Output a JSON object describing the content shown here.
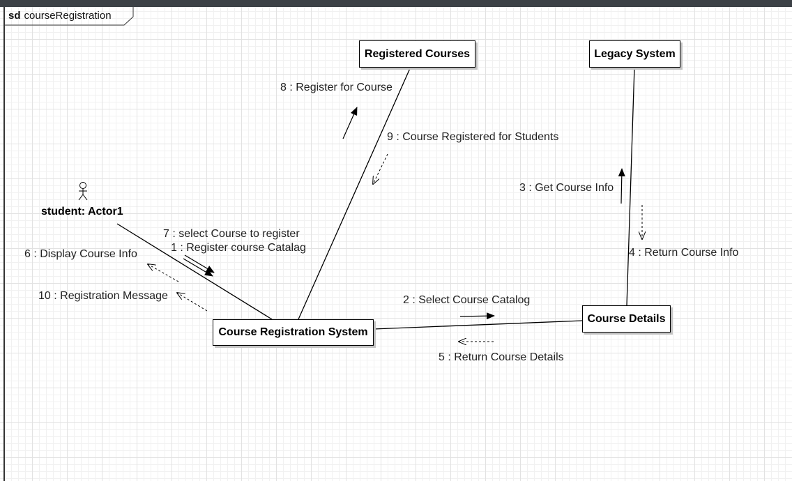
{
  "frame": {
    "keyword": "sd",
    "name": "courseRegistration"
  },
  "actor": {
    "label": "student: Actor1",
    "icon": "stick-figure-icon"
  },
  "objects": {
    "registered_courses": "Registered Courses",
    "legacy_system": "Legacy System",
    "course_registration_system": "Course Registration System",
    "course_details": "Course Details"
  },
  "messages": {
    "m1": "1 : Register course Catalag",
    "m2": "2 : Select Course Catalog",
    "m3": "3 : Get Course Info",
    "m4": "4 : Return Course Info",
    "m5": "5 : Return Course Details",
    "m6": "6 : Display Course Info",
    "m7": "7 : select Course to register",
    "m8": "8 : Register for Course",
    "m9": "9 : Course Registered for Students",
    "m10": "10 : Registration Message"
  },
  "colors": {
    "line": "#000000",
    "text": "#222222",
    "topbar": "#3c4146",
    "shadow": "#c4c4c4"
  }
}
